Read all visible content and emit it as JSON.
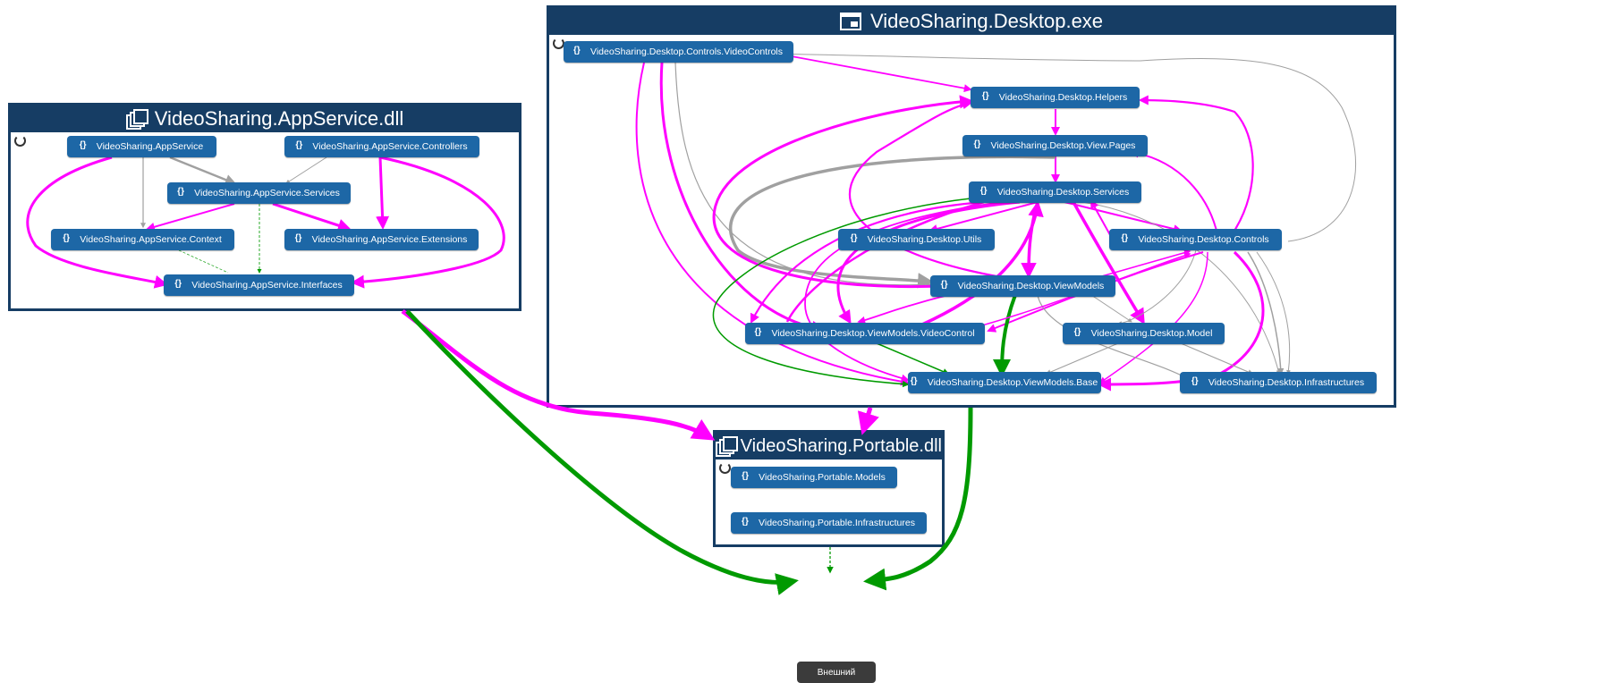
{
  "colors": {
    "group_border": "#163d64",
    "node": "#1d67a6",
    "edge_magenta": "#ff00ff",
    "edge_green": "#009a00",
    "edge_gray": "#a0a0a0",
    "external": "#3b3b3b"
  },
  "groups": {
    "appservice": {
      "title": "VideoSharing.AppService.dll",
      "icon": "assembly-icon"
    },
    "desktop": {
      "title": "VideoSharing.Desktop.exe",
      "icon": "executable-icon"
    },
    "portable": {
      "title": "VideoSharing.Portable.dll",
      "icon": "assembly-icon"
    }
  },
  "nodes": {
    "as_appservice": "VideoSharing.AppService",
    "as_controllers": "VideoSharing.AppService.Controllers",
    "as_services": "VideoSharing.AppService.Services",
    "as_context": "VideoSharing.AppService.Context",
    "as_extensions": "VideoSharing.AppService.Extensions",
    "as_interfaces": "VideoSharing.AppService.Interfaces",
    "d_videocontrols": "VideoSharing.Desktop.Controls.VideoControls",
    "d_helpers": "VideoSharing.Desktop.Helpers",
    "d_pages": "VideoSharing.Desktop.View.Pages",
    "d_services": "VideoSharing.Desktop.Services",
    "d_utils": "VideoSharing.Desktop.Utils",
    "d_controls": "VideoSharing.Desktop.Controls",
    "d_viewmodels": "VideoSharing.Desktop.ViewModels",
    "d_vmvideo": "VideoSharing.Desktop.ViewModels.VideoControl",
    "d_model": "VideoSharing.Desktop.Model",
    "d_vmbase": "VideoSharing.Desktop.ViewModels.Base",
    "d_infra": "VideoSharing.Desktop.Infrastructures",
    "p_models": "VideoSharing.Portable.Models",
    "p_infra": "VideoSharing.Portable.Infrastructures"
  },
  "external": "Внешний"
}
